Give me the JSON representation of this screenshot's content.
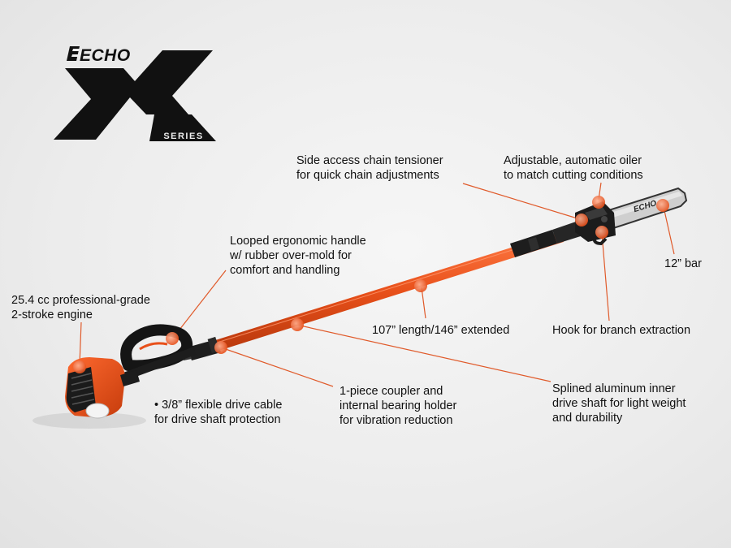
{
  "brand": {
    "name": "ECHO",
    "mark": "X",
    "series": "SERIES"
  },
  "colors": {
    "accent": "#e8501a",
    "marker": "#f08a66",
    "background": "#ececec",
    "text": "#111111"
  },
  "callouts": {
    "tensioner": "Side access chain tensioner\nfor quick chain adjustments",
    "oiler": "Adjustable, automatic oiler\nto match cutting conditions",
    "handle": "Looped ergonomic handle\nw/ rubber over-mold for\ncomfort and handling",
    "bar": "12” bar",
    "engine": "25.4 cc professional-grade\n2-stroke engine",
    "length": "107” length/146” extended",
    "hook": "Hook for branch extraction",
    "coupler": "1-piece coupler and\ninternal bearing holder\nfor vibration reduction",
    "splined": "Splined aluminum inner\ndrive shaft for light weight\nand durability",
    "cable": "• 3/8” flexible drive cable\nfor drive shaft protection"
  },
  "bar_brand": "ECHO"
}
